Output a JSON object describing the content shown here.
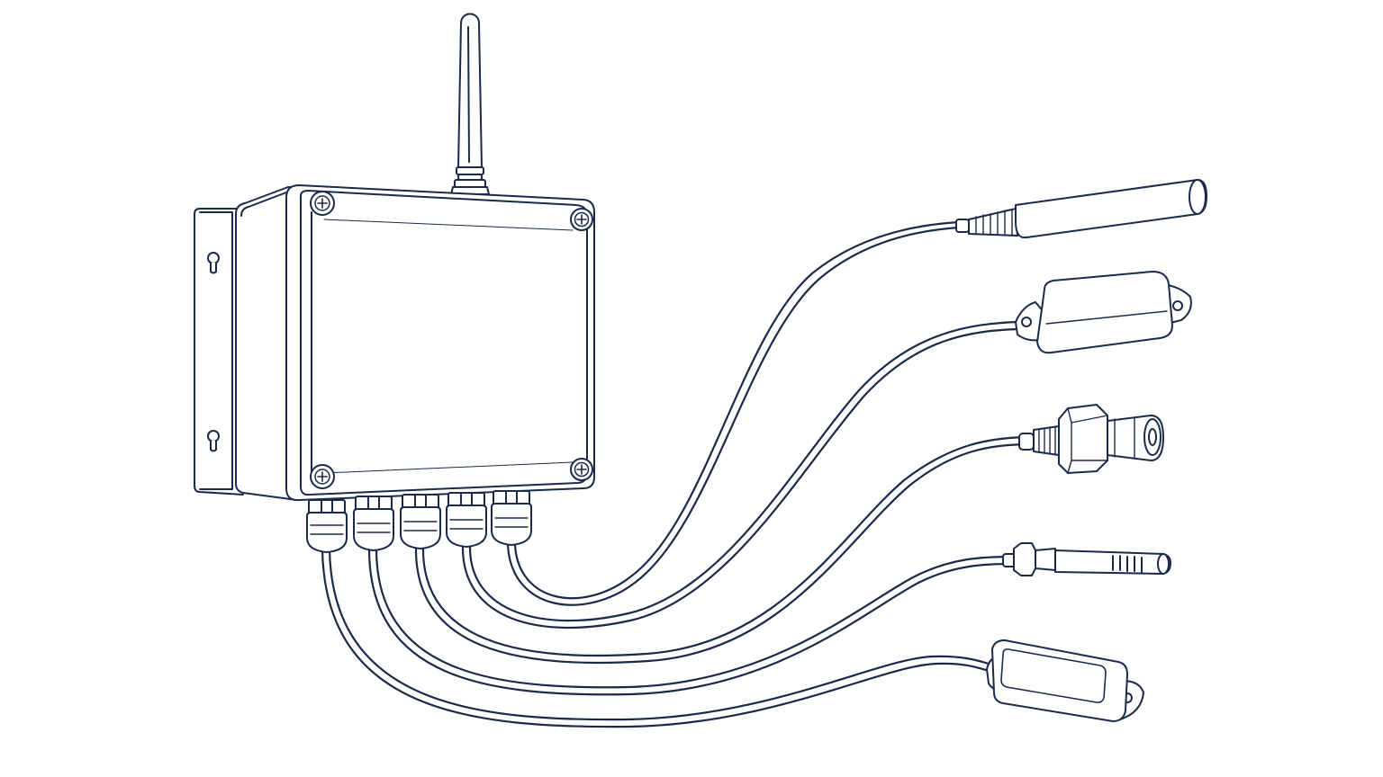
{
  "illustration": {
    "subject": "wireless-sensor-hub",
    "colors": {
      "line": "#1b2a4a",
      "background": "#ffffff",
      "fill": "#ffffff"
    },
    "icons": {
      "antenna": "antenna-icon",
      "enclosure": "junction-box-icon",
      "gland": "cable-gland-icon"
    },
    "sensors": [
      {
        "name": "cylindrical-probe"
      },
      {
        "name": "rounded-housing-sensor"
      },
      {
        "name": "threaded-pressure-sensor"
      },
      {
        "name": "slim-vented-probe"
      },
      {
        "name": "flat-box-sensor"
      }
    ]
  }
}
